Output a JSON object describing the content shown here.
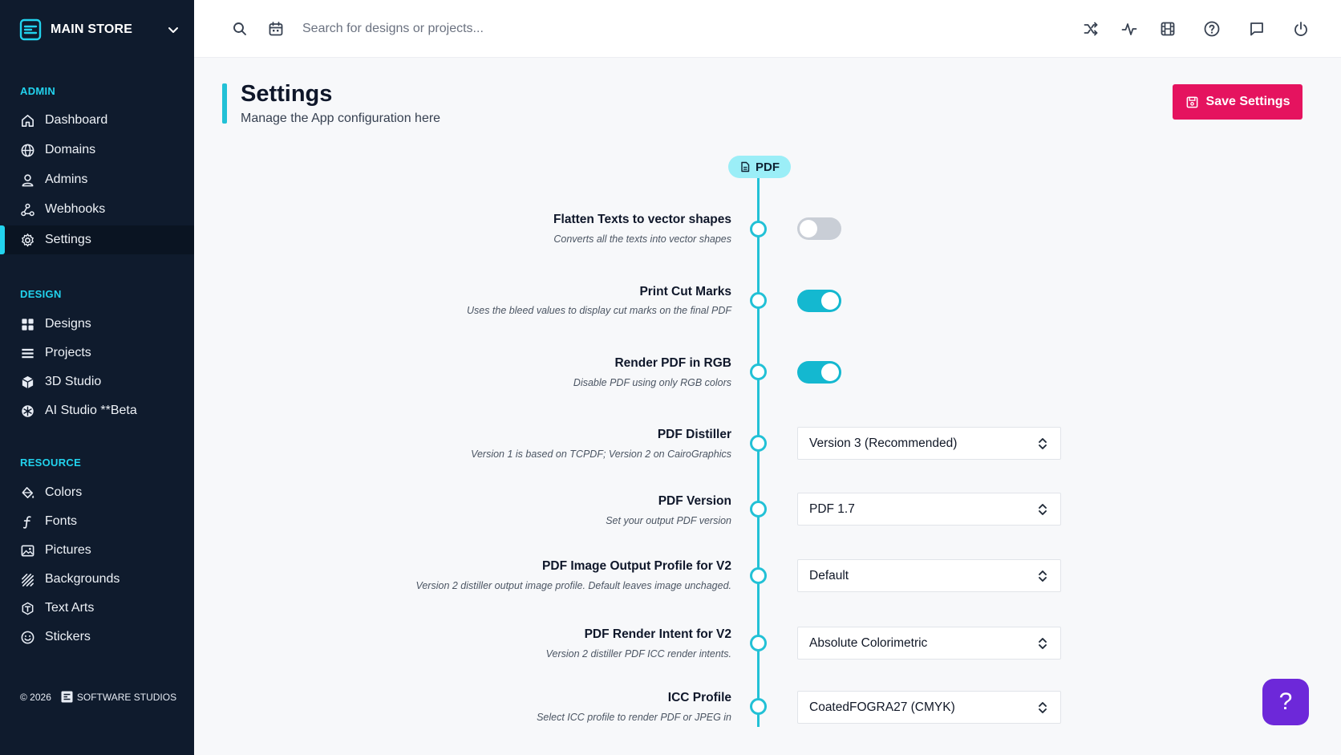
{
  "brand": {
    "name": "MAIN STORE"
  },
  "sidebar": {
    "sections": [
      {
        "title": "ADMIN",
        "items": [
          {
            "label": "Dashboard",
            "icon": "home-icon"
          },
          {
            "label": "Domains",
            "icon": "globe-icon"
          },
          {
            "label": "Admins",
            "icon": "user-icon"
          },
          {
            "label": "Webhooks",
            "icon": "webhook-icon"
          },
          {
            "label": "Settings",
            "icon": "gear-icon",
            "active": true
          }
        ]
      },
      {
        "title": "DESIGN",
        "items": [
          {
            "label": "Designs",
            "icon": "grid-icon"
          },
          {
            "label": "Projects",
            "icon": "list-icon"
          },
          {
            "label": "3D Studio",
            "icon": "cube-icon"
          },
          {
            "label": "AI Studio **Beta",
            "icon": "ai-icon"
          }
        ]
      },
      {
        "title": "RESOURCE",
        "items": [
          {
            "label": "Colors",
            "icon": "paint-bucket-icon"
          },
          {
            "label": "Fonts",
            "icon": "font-icon"
          },
          {
            "label": "Pictures",
            "icon": "image-icon"
          },
          {
            "label": "Backgrounds",
            "icon": "pattern-icon"
          },
          {
            "label": "Text Arts",
            "icon": "text-art-icon"
          },
          {
            "label": "Stickers",
            "icon": "smiley-icon"
          }
        ]
      }
    ],
    "footer": {
      "copyright": "© 2026",
      "company": "SOFTWARE STUDIOS"
    }
  },
  "topbar": {
    "search_placeholder": "Search for designs or projects...",
    "icons": [
      "shuffle-icon",
      "activity-icon",
      "film-icon",
      "help-circle-icon",
      "message-icon",
      "power-icon"
    ]
  },
  "header": {
    "title": "Settings",
    "subtitle": "Manage the App configuration here",
    "save_label": "Save Settings"
  },
  "section_pill": "PDF",
  "settings": {
    "flatten": {
      "title": "Flatten Texts to vector shapes",
      "desc": "Converts all the texts into vector shapes",
      "enabled": false
    },
    "cut_marks": {
      "title": "Print Cut Marks",
      "desc": "Uses the bleed values to display cut marks on the final PDF",
      "enabled": true
    },
    "rgb": {
      "title": "Render PDF in RGB",
      "desc": "Disable PDF using only RGB colors",
      "enabled": true
    },
    "distiller": {
      "title": "PDF Distiller",
      "desc": "Version 1 is based on TCPDF; Version 2 on CairoGraphics",
      "value": "Version 3 (Recommended)"
    },
    "version": {
      "title": "PDF Version",
      "desc": "Set your output PDF version",
      "value": "PDF 1.7"
    },
    "image_profile": {
      "title": "PDF Image Output Profile for V2",
      "desc": "Version 2 distiller output image profile. Default leaves image unchaged.",
      "value": "Default"
    },
    "render_intent": {
      "title": "PDF Render Intent for V2",
      "desc": "Version 2 distiller PDF ICC render intents.",
      "value": "Absolute Colorimetric"
    },
    "icc": {
      "title": "ICC Profile",
      "desc": "Select ICC profile to render PDF or JPEG in",
      "value": "CoatedFOGRA27 (CMYK)"
    }
  },
  "help_fab": "?",
  "colors": {
    "sidebar_bg": "#0f1b2d",
    "accent": "#22d3ee",
    "primary": "#e5135f",
    "toggle_on": "#14b8d0",
    "fab": "#6d28d9"
  }
}
